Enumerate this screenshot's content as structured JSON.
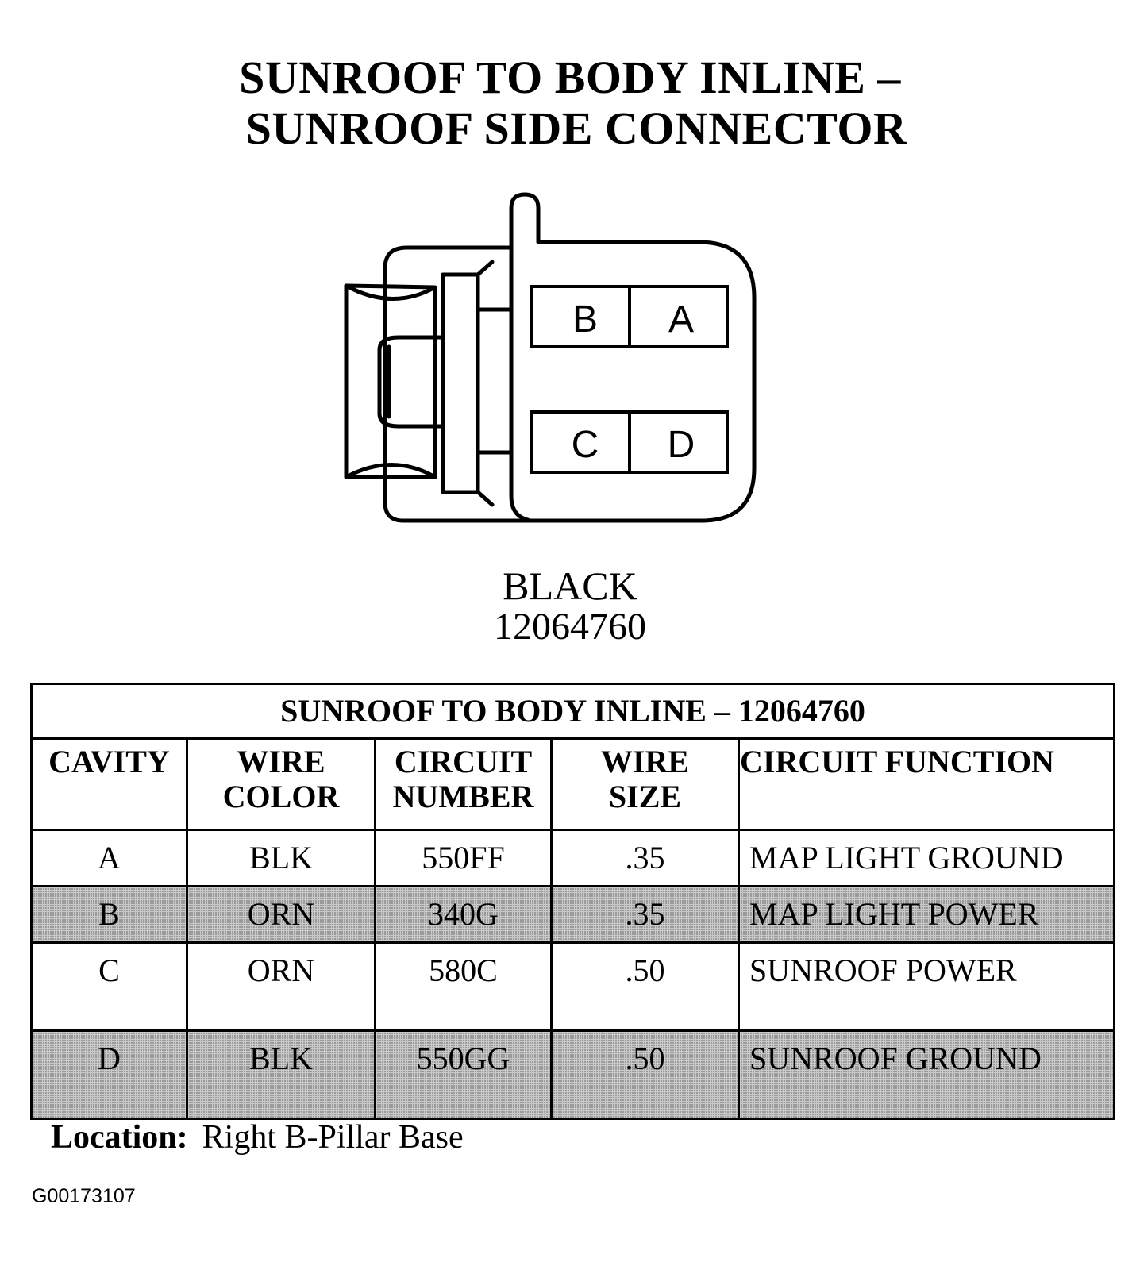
{
  "title": {
    "line1": "SUNROOF TO BODY INLINE –",
    "line2": "SUNROOF SIDE CONNECTOR"
  },
  "connector": {
    "cavities": [
      "B",
      "A",
      "C",
      "D"
    ],
    "color": "BLACK",
    "part_number": "12064760"
  },
  "table": {
    "title": "SUNROOF TO BODY INLINE – 12064760",
    "headers": {
      "cavity": "CAVITY",
      "wire_color_1": "WIRE",
      "wire_color_2": "COLOR",
      "circuit_number_1": "CIRCUIT",
      "circuit_number_2": "NUMBER",
      "wire_size_1": "WIRE",
      "wire_size_2": "SIZE",
      "circuit_function": "CIRCUIT FUNCTION"
    },
    "rows": [
      {
        "cavity": "A",
        "wire_color": "BLK",
        "circuit_number": "550FF",
        "wire_size": ".35",
        "circuit_function": "MAP LIGHT GROUND"
      },
      {
        "cavity": "B",
        "wire_color": "ORN",
        "circuit_number": "340G",
        "wire_size": ".35",
        "circuit_function": "MAP LIGHT POWER"
      },
      {
        "cavity": "C",
        "wire_color": "ORN",
        "circuit_number": "580C",
        "wire_size": ".50",
        "circuit_function": "SUNROOF POWER"
      },
      {
        "cavity": "D",
        "wire_color": "BLK",
        "circuit_number": "550GG",
        "wire_size": ".50",
        "circuit_function": "SUNROOF GROUND"
      }
    ]
  },
  "location": {
    "label": "Location:",
    "value": "Right B-Pillar Base"
  },
  "figure_id": "G00173107"
}
